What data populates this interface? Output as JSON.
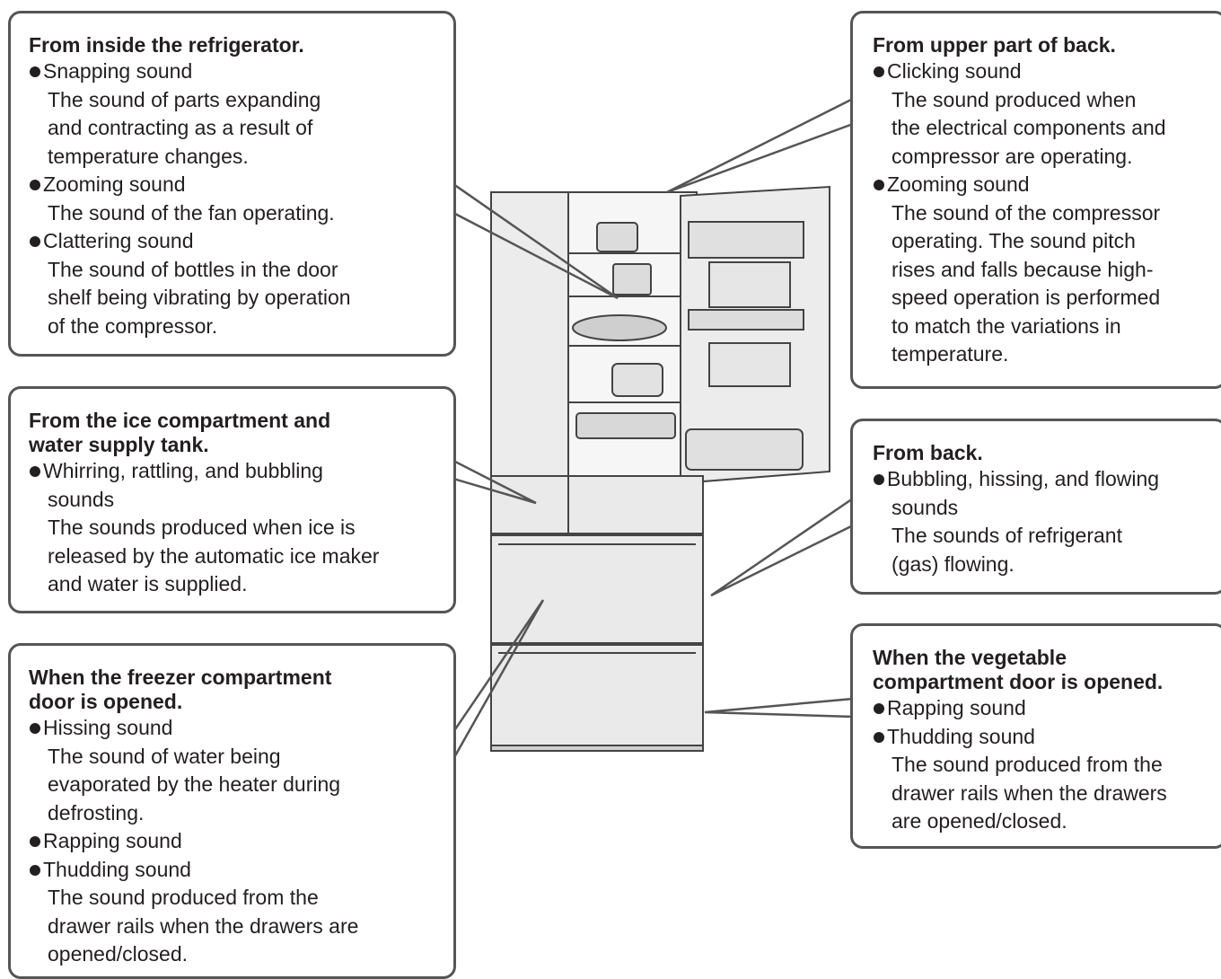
{
  "callouts": {
    "inside": {
      "title": "From inside the refrigerator.",
      "items": [
        {
          "label": "Snapping sound",
          "desc": [
            "The sound of parts expanding",
            "and contracting as a result of",
            "temperature changes."
          ]
        },
        {
          "label": "Zooming sound",
          "desc": [
            "The sound of the fan operating."
          ]
        },
        {
          "label": "Clattering sound",
          "desc": [
            "The sound of bottles in the door",
            "shelf being vibrating by operation",
            "of the compressor."
          ]
        }
      ]
    },
    "ice": {
      "title": [
        "From the ice compartment and",
        "water supply tank."
      ],
      "items": [
        {
          "label": "Whirring, rattling, and bubbling",
          "label2": "sounds",
          "desc": [
            "The sounds produced when ice is",
            "released by the automatic ice maker",
            "and water is supplied."
          ]
        }
      ]
    },
    "freezer": {
      "title": [
        "When the freezer compartment",
        "door is opened."
      ],
      "items": [
        {
          "label": "Hissing sound",
          "desc": [
            "The sound of water being",
            "evaporated by the heater during",
            "defrosting."
          ]
        },
        {
          "label": "Rapping sound",
          "desc": []
        },
        {
          "label": "Thudding sound",
          "desc": [
            "The sound produced from the",
            "drawer rails when the drawers are",
            "opened/closed."
          ]
        }
      ]
    },
    "upper_back": {
      "title": "From upper part of back.",
      "items": [
        {
          "label": "Clicking sound",
          "desc": [
            "The sound produced when",
            "the electrical components and",
            "compressor are operating."
          ]
        },
        {
          "label": "Zooming sound",
          "desc": [
            "The sound of the compressor",
            "operating. The sound pitch",
            "rises and falls because high-",
            "speed operation is performed",
            "to match the variations in",
            "temperature."
          ]
        }
      ]
    },
    "back": {
      "title": "From back.",
      "items": [
        {
          "label": "Bubbling, hissing, and flowing",
          "label2": "sounds",
          "desc": [
            "The sounds of refrigerant",
            "(gas) flowing."
          ]
        }
      ]
    },
    "vegetable": {
      "title": [
        "When the vegetable",
        "compartment door is opened."
      ],
      "items": [
        {
          "label": "Rapping sound",
          "desc": []
        },
        {
          "label": "Thudding sound",
          "desc": [
            "The sound produced from the",
            "drawer rails when the drawers",
            "are opened/closed."
          ]
        }
      ]
    }
  }
}
